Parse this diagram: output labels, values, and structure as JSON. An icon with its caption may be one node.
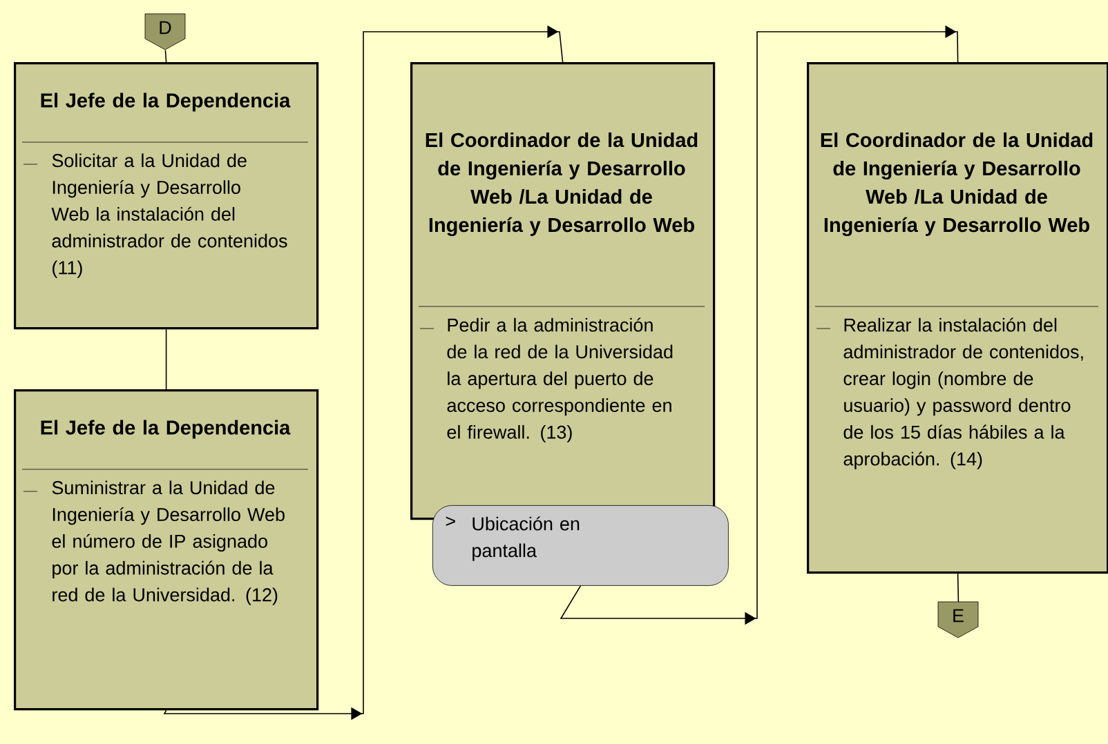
{
  "diagram": {
    "nodes": [
      {
        "text": [
          "D"
        ]
      },
      {
        "text": [
          "El Jefe de la Dependencia",
          "Solicitar a la Unidad de Ingeniería y Desarrollo Web la instalación del administrador de contenidos (11)"
        ]
      },
      {
        "text": [
          "El Jefe de la Dependencia",
          "Suministrar a la Unidad de Ingeniería y Desarrollo Web el número de IP asignado por la administración de la red de la Universidad. (12)"
        ]
      },
      {
        "text": [
          "El Coordinador de la Unidad de Ingeniería y Desarrollo Web /La Unidad de Ingeniería y Desarrollo Web",
          "Pedir a la administración de la red de la Universidad la apertura del puerto de acceso correspondiente en el firewall. (13)"
        ]
      },
      {
        "text": [
          ">",
          "Ubicación en pantalla"
        ]
      },
      {
        "text": [
          "El Coordinador de la Unidad de Ingeniería y Desarrollo Web /La Unidad de Ingeniería y Desarrollo Web",
          "Realizar la instalación del administrador de contenidos, crear login (nombre de usuario) y password dentro de los 15 días hábiles a la aprobación. (14)"
        ]
      },
      {
        "text": [
          "E"
        ]
      }
    ],
    "edges": [
      {
        "from": 0,
        "to": 1,
        "arrow": "none"
      },
      {
        "from": 1,
        "to": 2,
        "arrow": "none"
      },
      {
        "from": 2,
        "to": 3,
        "arrow": "to"
      },
      {
        "from": 4,
        "to": 5,
        "arrow": "to"
      },
      {
        "from": 5,
        "to": 6,
        "arrow": "none"
      }
    ]
  }
}
